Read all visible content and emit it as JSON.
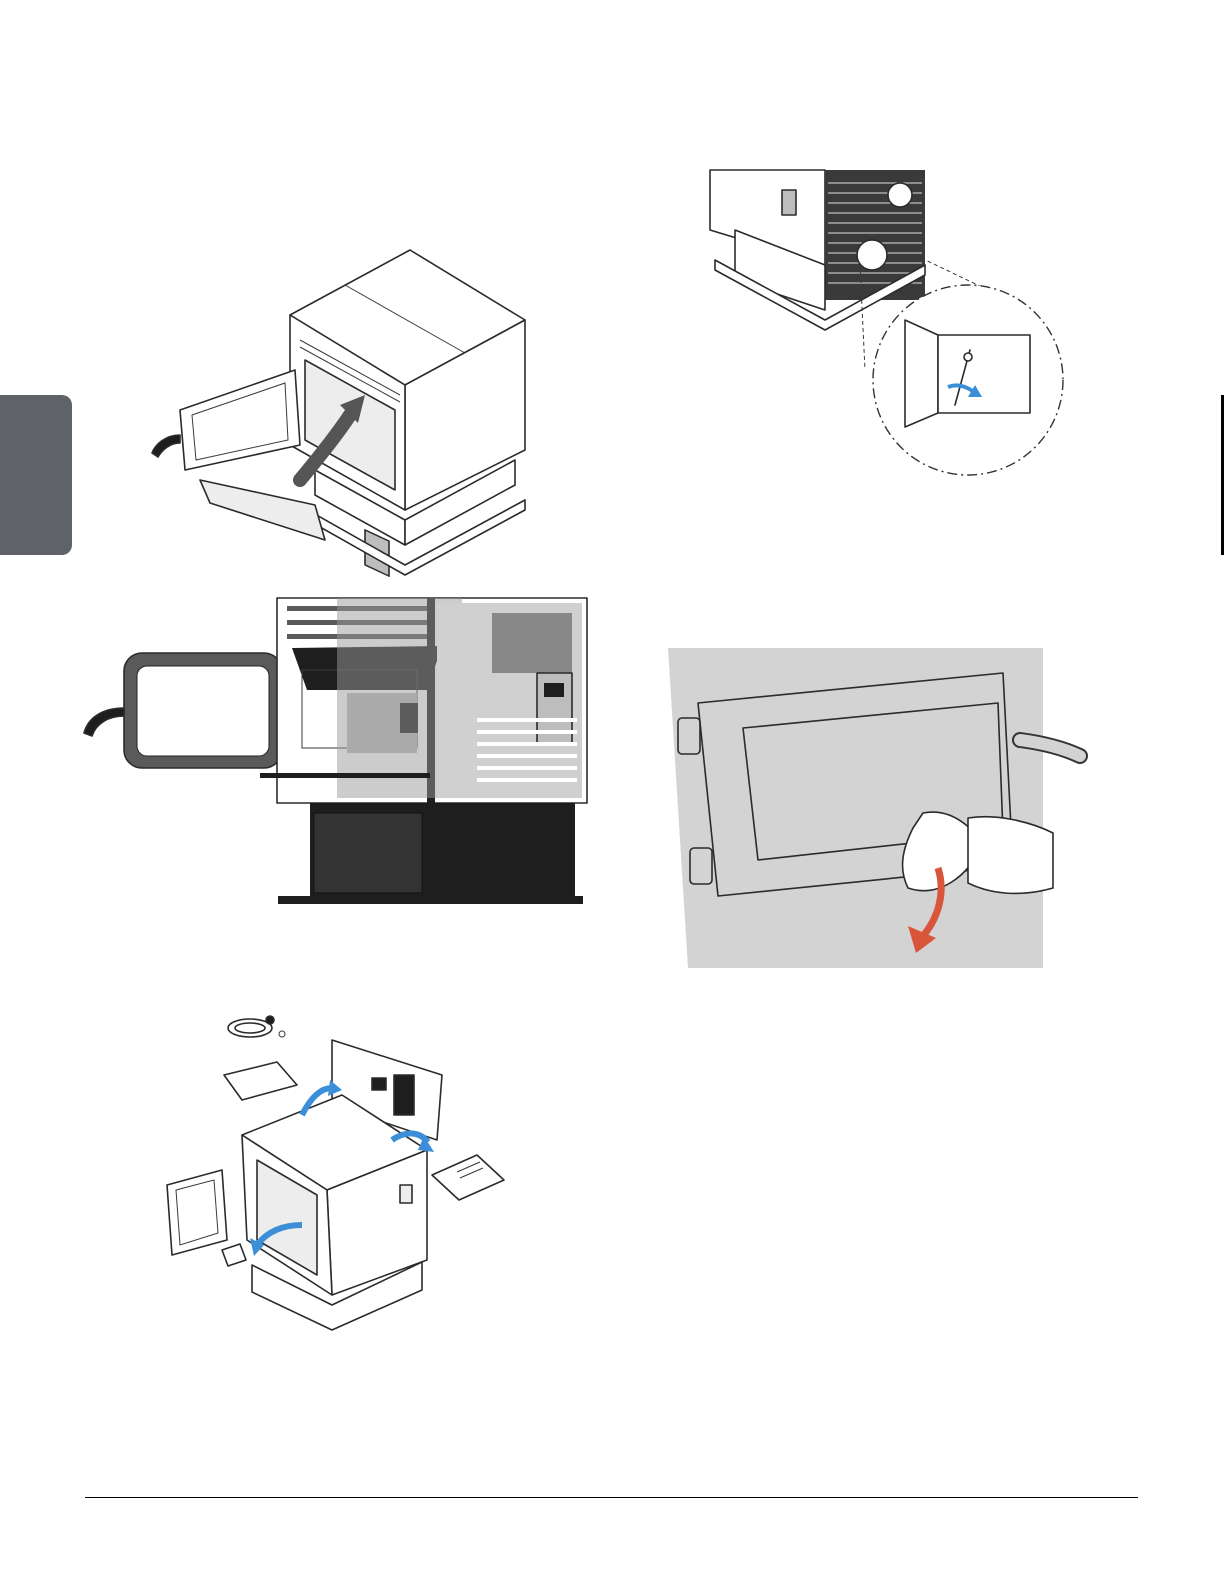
{
  "page": {
    "figures": [
      {
        "icon": "stove-front-open-door-illustration"
      },
      {
        "icon": "stove-cutaway-interior-illustration"
      },
      {
        "icon": "stove-unpacking-components-illustration"
      },
      {
        "icon": "stove-rear-damper-detail-illustration"
      },
      {
        "icon": "glass-door-cleaning-illustration"
      }
    ],
    "colors": {
      "side_tab": "#5f6368",
      "arrow_blue": "#3a8fd8",
      "arrow_red": "#d9553a",
      "panel_gray": "#cfcfcf"
    }
  }
}
